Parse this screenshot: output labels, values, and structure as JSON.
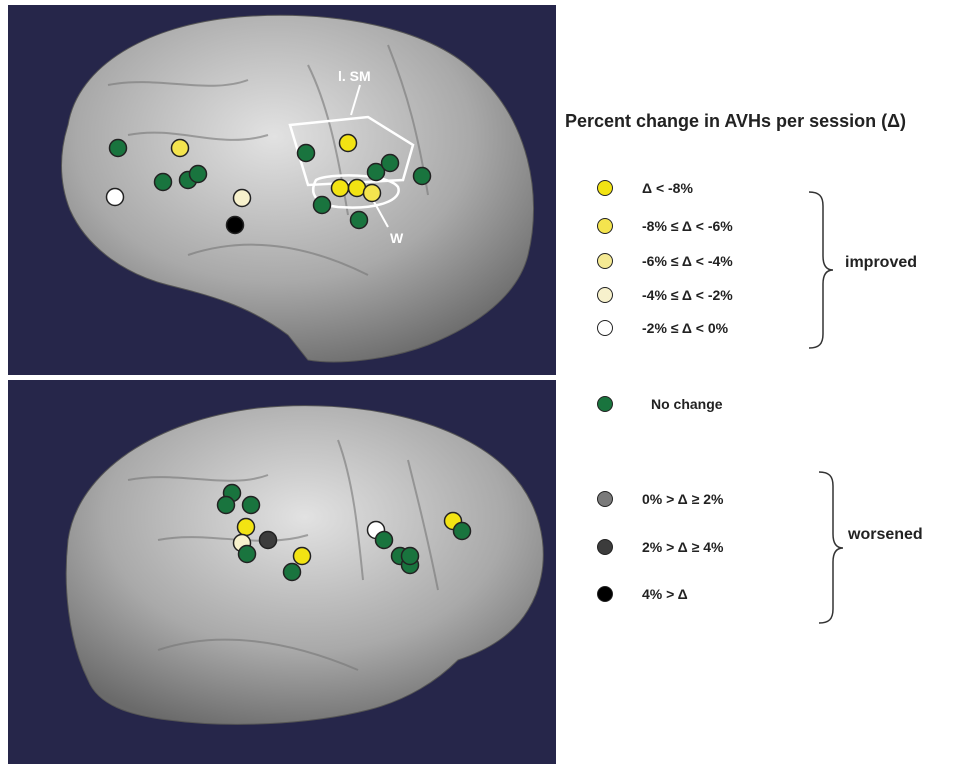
{
  "legend": {
    "title": "Percent change in AVHs per session (Δ)",
    "items": [
      {
        "label": "Δ < -8%",
        "color": "#f2e313"
      },
      {
        "label": "-8% ≤ Δ < -6%",
        "color": "#f4e44e"
      },
      {
        "label": "-6% ≤ Δ < -4%",
        "color": "#f5ea94"
      },
      {
        "label": "-4% ≤ Δ < -2%",
        "color": "#f7f1cc"
      },
      {
        "label": "-2% ≤ Δ < 0%",
        "color": "#ffffff"
      },
      {
        "label": "No change",
        "color": "#19743e"
      },
      {
        "label": "0% > Δ ≥  2%",
        "color": "#7a7a7a"
      },
      {
        "label": "2% > Δ ≥  4%",
        "color": "#3c3c3c"
      },
      {
        "label": "4% > Δ",
        "color": "#000000"
      }
    ],
    "improved_label": "improved",
    "worsened_label": "worsened"
  },
  "annotations": {
    "region_sm": "l. SM",
    "region_w": "W"
  }
}
